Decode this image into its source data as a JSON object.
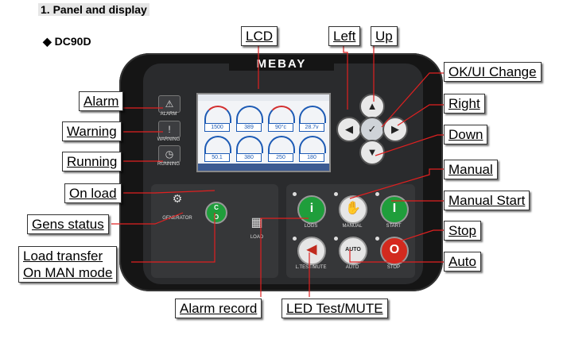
{
  "section_title": "1. Panel and display",
  "model": "◆ DC90D",
  "brand": "MEBAY",
  "callouts": {
    "lcd": "LCD",
    "left": "Left",
    "up": "Up",
    "ok_change": "OK/UI Change",
    "alarm": "Alarm",
    "right": "Right",
    "warning": "Warning",
    "down": "Down",
    "running": "Running",
    "manual": "Manual",
    "on_load": "On load",
    "manual_start": "Manual Start",
    "gens_status": "Gens status",
    "stop": "Stop",
    "load_transfer_1": "Load transfer",
    "load_transfer_2": "On MAN mode",
    "auto": "Auto",
    "alarm_record": "Alarm record",
    "led_test_mute": "LED Test/MUTE"
  },
  "indicators": {
    "alarm": "ALARM",
    "warning": "WARNING",
    "running": "RUNNING"
  },
  "lcd_values": [
    "1500",
    "389",
    "90°c",
    "28.7v",
    "50.1",
    "380",
    "250",
    "180"
  ],
  "buttons": {
    "generator": "GENERATOR",
    "load": "LOAD",
    "logs": "LOGS",
    "manual": "MANUAL",
    "start": "START",
    "ltest_mute": "L.TEST/MUTE",
    "auto": "AUTO",
    "stop": "STOP"
  },
  "colors": {
    "green": "#1f9e3b",
    "red": "#d22a1e",
    "panel": "#2a2b2d"
  }
}
